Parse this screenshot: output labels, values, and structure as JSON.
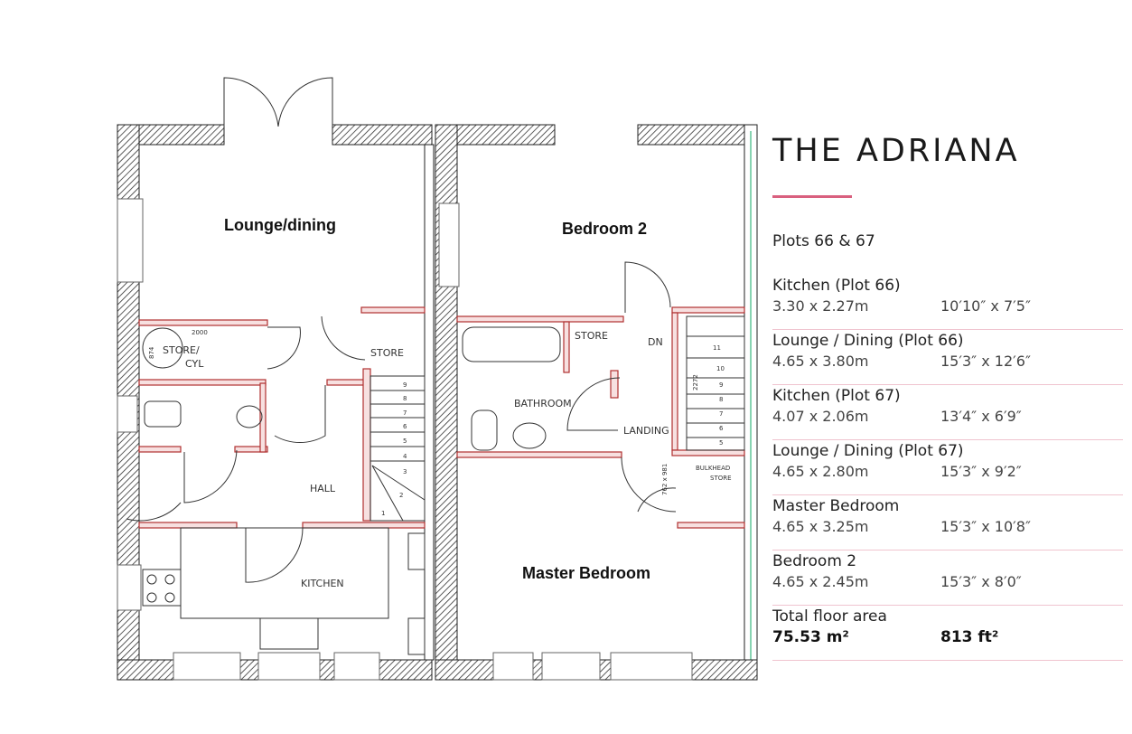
{
  "plan": {
    "ground": {
      "lounge": "Lounge/dining",
      "store_cyl_1": "STORE/",
      "store_cyl_2": "CYL",
      "dim_2000": "2000",
      "dim_874": "874",
      "store": "STORE",
      "hall": "HALL",
      "kitchen": "KITCHEN",
      "stairs": [
        "1",
        "2",
        "3",
        "4",
        "5",
        "6",
        "7",
        "8",
        "9"
      ]
    },
    "first": {
      "bedroom2": "Bedroom 2",
      "master": "Master Bedroom",
      "bathroom": "BATHROOM",
      "store": "STORE",
      "dn": "DN",
      "landing": "LANDING",
      "bulkhead_1": "BULKHEAD",
      "bulkhead_2": "STORE",
      "dim_bulkhead": "762 x 981",
      "dim_stair": "2272",
      "stairs": [
        "5",
        "6",
        "7",
        "8",
        "9",
        "10",
        "11"
      ]
    }
  },
  "panel": {
    "title": "THE ADRIANA",
    "accent_color": "#d9607f",
    "plots": "Plots 66 & 67",
    "rooms": [
      {
        "name": "Kitchen (Plot 66)",
        "metric": "3.30 x 2.27m",
        "imperial": "10′10″ x 7′5″"
      },
      {
        "name": "Lounge / Dining (Plot 66)",
        "metric": "4.65 x 3.80m",
        "imperial": "15′3″ x 12′6″"
      },
      {
        "name": "Kitchen (Plot 67)",
        "metric": "4.07 x 2.06m",
        "imperial": "13′4″ x 6′9″"
      },
      {
        "name": "Lounge / Dining (Plot 67)",
        "metric": "4.65 x 2.80m",
        "imperial": "15′3″ x 9′2″"
      },
      {
        "name": "Master Bedroom",
        "metric": "4.65 x 3.25m",
        "imperial": "15′3″ x 10′8″"
      },
      {
        "name": "Bedroom 2",
        "metric": "4.65 x 2.45m",
        "imperial": "15′3″ x 8′0″"
      }
    ],
    "total": {
      "label": "Total floor area",
      "metric": "75.53 m²",
      "imperial": "813 ft²"
    }
  }
}
